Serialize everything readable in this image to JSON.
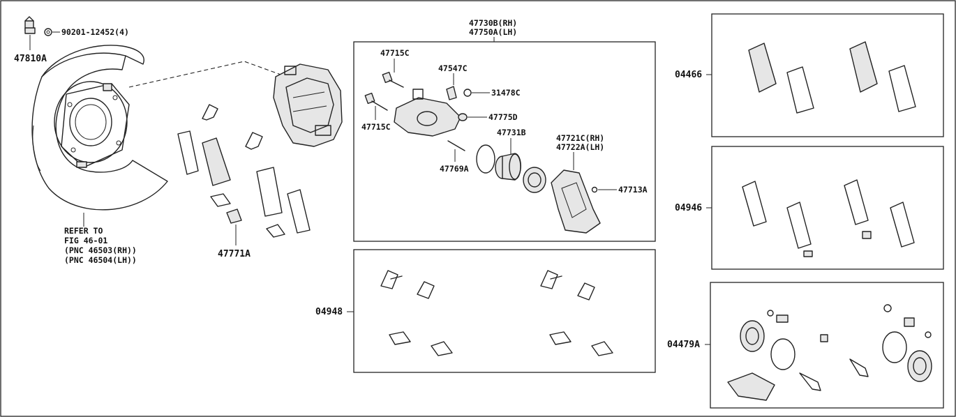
{
  "labels": {
    "p47810A": "47810A",
    "p90201": "90201-12452(4)",
    "refer1": "REFER TO",
    "refer2": "FIG 46-01",
    "refer3": "(PNC 46503(RH))",
    "refer4": "(PNC 46504(LH))",
    "p47771A": "47771A",
    "p47730B": "47730B(RH)",
    "p47750A": "47750A(LH)",
    "p47715C_top": "47715C",
    "p47547C": "47547C",
    "p31478C": "31478C",
    "p47715C_bot": "47715C",
    "p47775D": "47775D",
    "p47731B": "47731B",
    "p47721C": "47721C(RH)",
    "p47722A": "47722A(LH)",
    "p47769A": "47769A",
    "p47713A": "47713A",
    "p04948": "04948",
    "p04466": "04466",
    "p04946": "04946",
    "p04479A": "04479A"
  }
}
